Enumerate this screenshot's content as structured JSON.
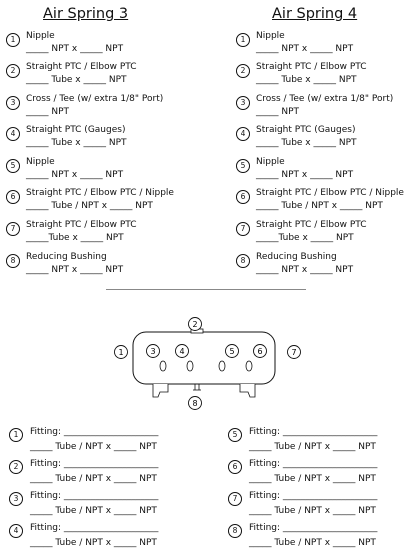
{
  "spring3": {
    "title": "Air Spring 3",
    "items": [
      {
        "num": "1",
        "label": "Nipple",
        "blank": "_____ NPT x _____ NPT"
      },
      {
        "num": "2",
        "label": "Straight PTC / Elbow PTC",
        "blank": "_____ Tube x _____ NPT"
      },
      {
        "num": "3",
        "label": "Cross / Tee (w/ extra 1/8\" Port)",
        "blank": "_____ NPT"
      },
      {
        "num": "4",
        "label": "Straight PTC (Gauges)",
        "blank": "_____ Tube x _____ NPT"
      },
      {
        "num": "5",
        "label": "Nipple",
        "blank": "_____ NPT x _____ NPT"
      },
      {
        "num": "6",
        "label": "Straight PTC / Elbow PTC / Nipple",
        "blank": "_____ Tube / NPT x _____ NPT"
      },
      {
        "num": "7",
        "label": "Straight PTC / Elbow PTC",
        "blank": "_____Tube x _____ NPT"
      },
      {
        "num": "8",
        "label": "Reducing Bushing",
        "blank": "_____ NPT x _____ NPT"
      }
    ]
  },
  "spring4": {
    "title": "Air Spring 4",
    "items": [
      {
        "num": "1",
        "label": "Nipple",
        "blank": "_____ NPT x _____ NPT"
      },
      {
        "num": "2",
        "label": "Straight PTC / Elbow PTC",
        "blank": "_____ Tube x _____ NPT"
      },
      {
        "num": "3",
        "label": "Cross / Tee (w/ extra 1/8\" Port)",
        "blank": "_____ NPT"
      },
      {
        "num": "4",
        "label": "Straight PTC (Gauges)",
        "blank": "_____ Tube x _____ NPT"
      },
      {
        "num": "5",
        "label": "Nipple",
        "blank": "_____ NPT x _____ NPT"
      },
      {
        "num": "6",
        "label": "Straight PTC / Elbow PTC / Nipple",
        "blank": "_____ Tube / NPT x _____ NPT"
      },
      {
        "num": "7",
        "label": "Straight PTC / Elbow PTC",
        "blank": "_____Tube x _____ NPT"
      },
      {
        "num": "8",
        "label": "Reducing Bushing",
        "blank": "_____ NPT x _____ NPT"
      }
    ]
  },
  "diagram": {
    "callouts": [
      "1",
      "2",
      "3",
      "4",
      "5",
      "6",
      "7",
      "8"
    ]
  },
  "fittings": {
    "left": [
      {
        "num": "1",
        "line1": "Fitting: _____________________",
        "line2": "_____ Tube / NPT x _____ NPT"
      },
      {
        "num": "2",
        "line1": "Fitting: _____________________",
        "line2": "_____ Tube / NPT x _____ NPT"
      },
      {
        "num": "3",
        "line1": "Fitting: _____________________",
        "line2": "_____ Tube / NPT x _____ NPT"
      },
      {
        "num": "4",
        "line1": "Fitting: _____________________",
        "line2": "_____ Tube / NPT x _____ NPT"
      }
    ],
    "right": [
      {
        "num": "5",
        "line1": "Fitting: _____________________",
        "line2": "_____ Tube / NPT x _____ NPT"
      },
      {
        "num": "6",
        "line1": "Fitting: _____________________",
        "line2": "_____ Tube / NPT x _____ NPT"
      },
      {
        "num": "7",
        "line1": "Fitting: _____________________",
        "line2": "_____ Tube / NPT x _____ NPT"
      },
      {
        "num": "8",
        "line1": "Fitting: _____________________",
        "line2": "_____ Tube / NPT x _____ NPT"
      }
    ]
  }
}
